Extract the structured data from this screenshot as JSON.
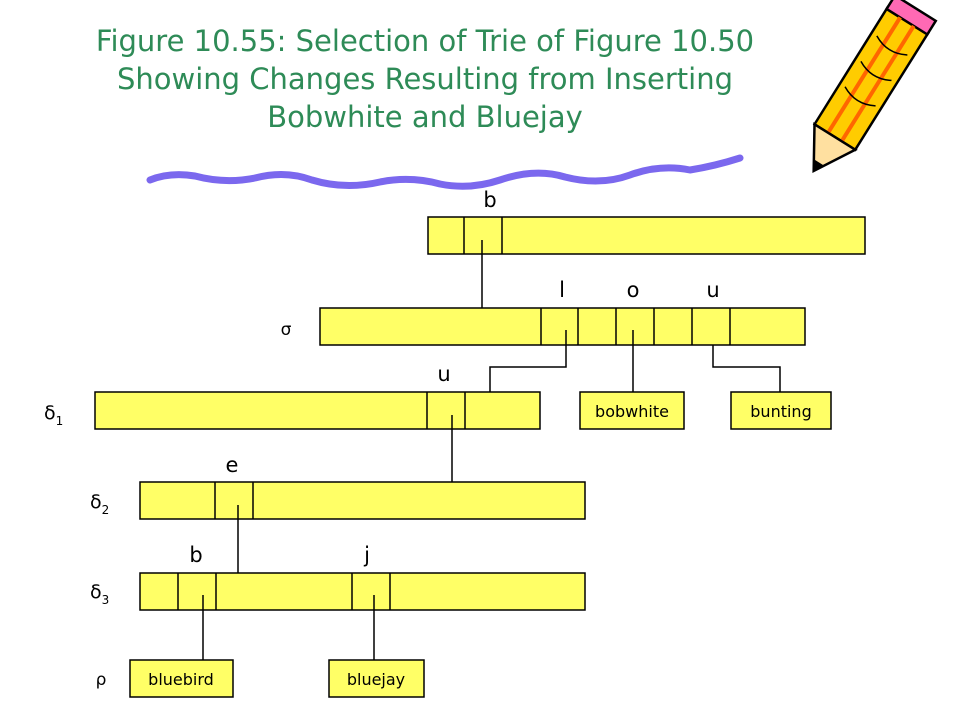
{
  "title": {
    "line1": "Figure 10.55: Selection of Trie of Figure 10.50",
    "line2": "Showing Changes Resulting from Inserting",
    "line3": "Bobwhite and Bluejay"
  },
  "colors": {
    "title": "#2e8b57",
    "node_fill": "#ffff66",
    "stroke": "#000000",
    "squiggle": "#7b68ee",
    "pencil_body": "#ffcc00"
  },
  "diagram": {
    "root": {
      "letter": "b"
    },
    "sigma": {
      "label": "σ",
      "letters": [
        "l",
        "o",
        "u"
      ]
    },
    "delta1": {
      "label": "δ",
      "sub": "1",
      "letter": "u"
    },
    "delta2": {
      "label": "δ",
      "sub": "2",
      "letter": "e"
    },
    "delta3": {
      "label": "δ",
      "sub": "3",
      "letters": [
        "b",
        "j"
      ]
    },
    "rho": {
      "label": "ρ"
    },
    "leaves": {
      "bobwhite": "bobwhite",
      "bunting": "bunting",
      "bluebird": "bluebird",
      "bluejay": "bluejay"
    }
  },
  "icons": [
    "pencil-icon",
    "squiggle-decoration"
  ]
}
